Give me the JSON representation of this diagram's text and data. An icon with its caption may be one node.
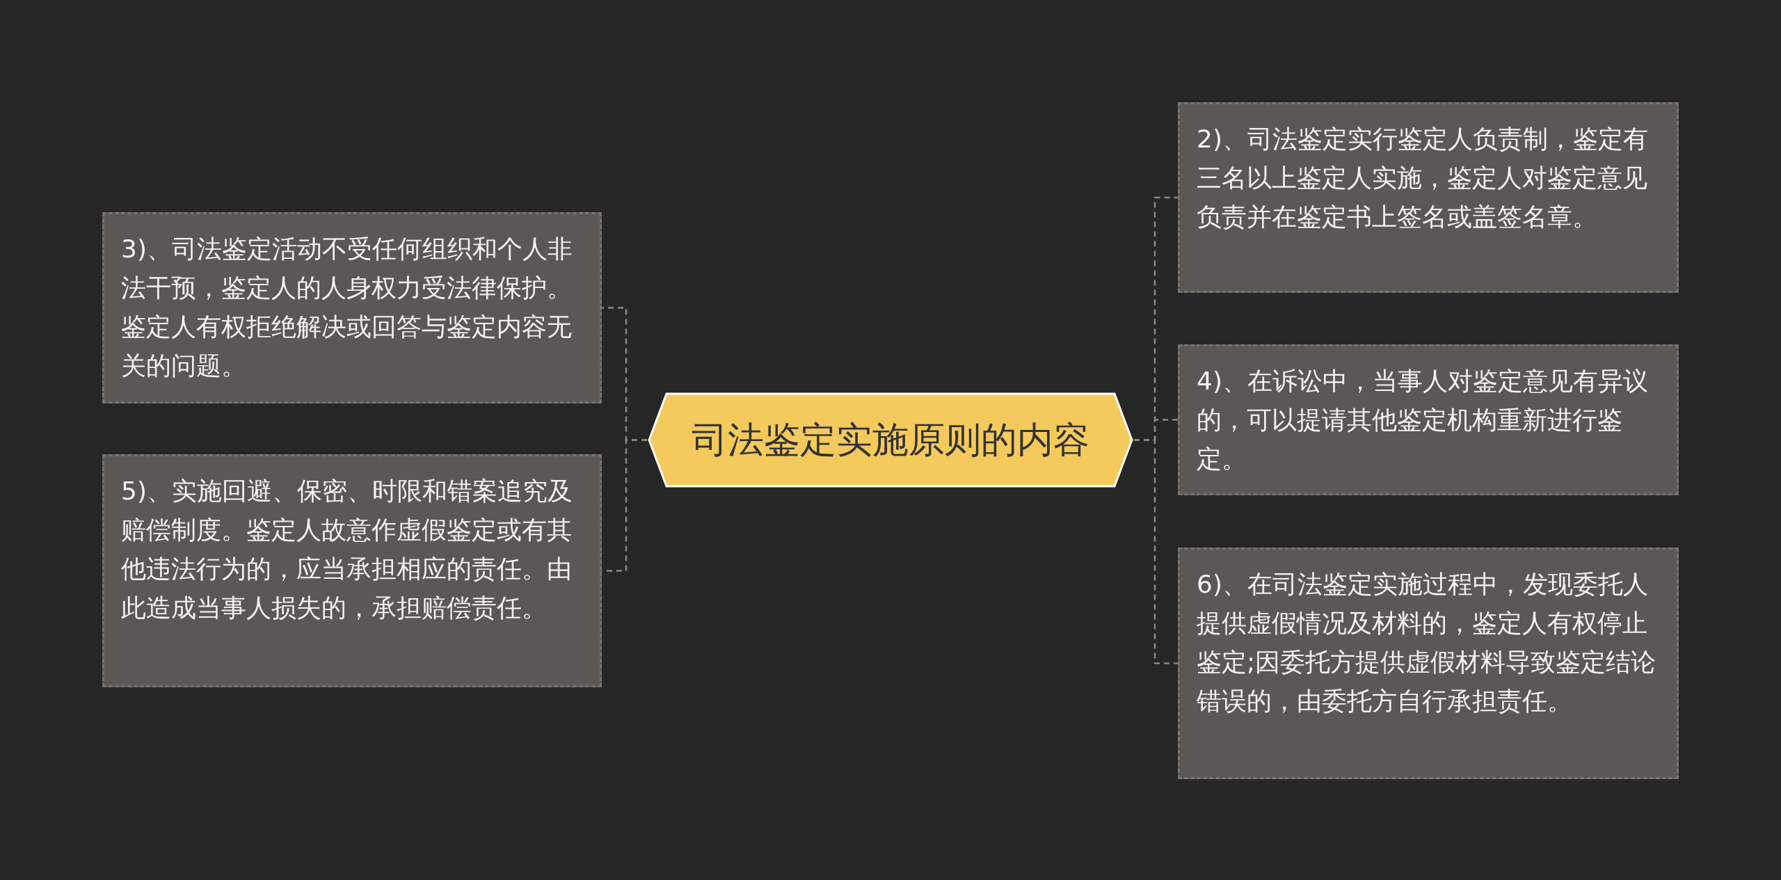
{
  "diagram": {
    "nodes": [
      {
        "text": [
          "司法鉴定实施原则的内容"
        ]
      },
      {
        "text": [
          "3)、司法鉴定活动不受任何组织和个人非法干预，鉴定人的人身权力受法律保护。鉴定人有权拒绝解决或回答与鉴定内容无关的问题。"
        ]
      },
      {
        "text": [
          "5)、实施回避、保密、时限和错案追究及赔偿制度。鉴定人故意作虚假鉴定或有其他违法行为的，应当承担相应的责任。由此造成当事人损失的，承担赔偿责任。"
        ]
      },
      {
        "text": [
          "2)、司法鉴定实行鉴定人负责制，鉴定有三名以上鉴定人实施，鉴定人对鉴定意见负责并在鉴定书上签名或盖签名章。"
        ]
      },
      {
        "text": [
          "4)、在诉讼中，当事人对鉴定意见有异议的，可以提请其他鉴定机构重新进行鉴定。"
        ]
      },
      {
        "text": [
          "6)、在司法鉴定实施过程中，发现委托人提供虚假情况及材料的，鉴定人有权停止鉴定;因委托方提供虚假材料导致鉴定结论错误的，由委托方自行承担责任。"
        ]
      }
    ],
    "edges": [
      {
        "from": 0,
        "to": 1,
        "arrow": "none"
      },
      {
        "from": 0,
        "to": 2,
        "arrow": "none"
      },
      {
        "from": 0,
        "to": 3,
        "arrow": "none"
      },
      {
        "from": 0,
        "to": 4,
        "arrow": "none"
      },
      {
        "from": 0,
        "to": 5,
        "arrow": "none"
      }
    ]
  }
}
